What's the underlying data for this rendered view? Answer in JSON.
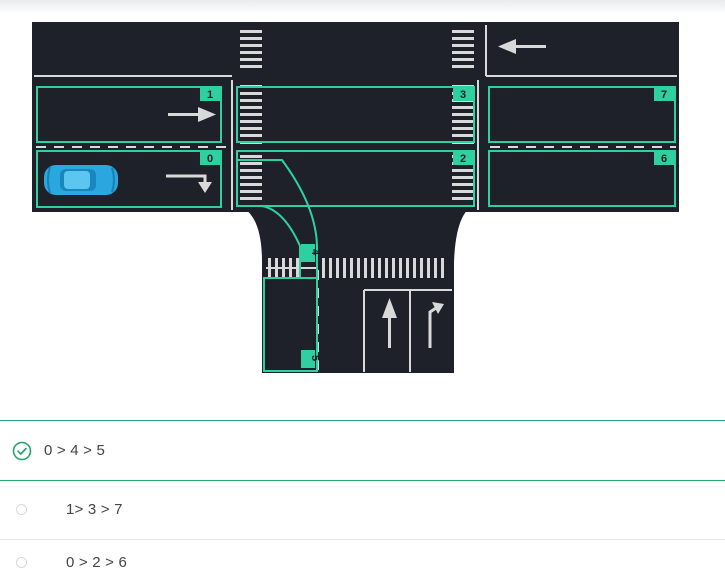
{
  "diagram": {
    "lane_numbers": [
      "0",
      "1",
      "2",
      "3",
      "4",
      "5",
      "6",
      "7"
    ],
    "colors": {
      "road": "#1e2129",
      "lane_highlight": "#2ed0a0",
      "car": "#29a8e0",
      "marking": "#d9d9d9"
    }
  },
  "question": {
    "options": [
      {
        "label": "0 > 4 > 5",
        "selected": true
      },
      {
        "label": "1> 3 > 7",
        "selected": false
      },
      {
        "label": "0 > 2 > 6",
        "selected": false
      }
    ]
  }
}
